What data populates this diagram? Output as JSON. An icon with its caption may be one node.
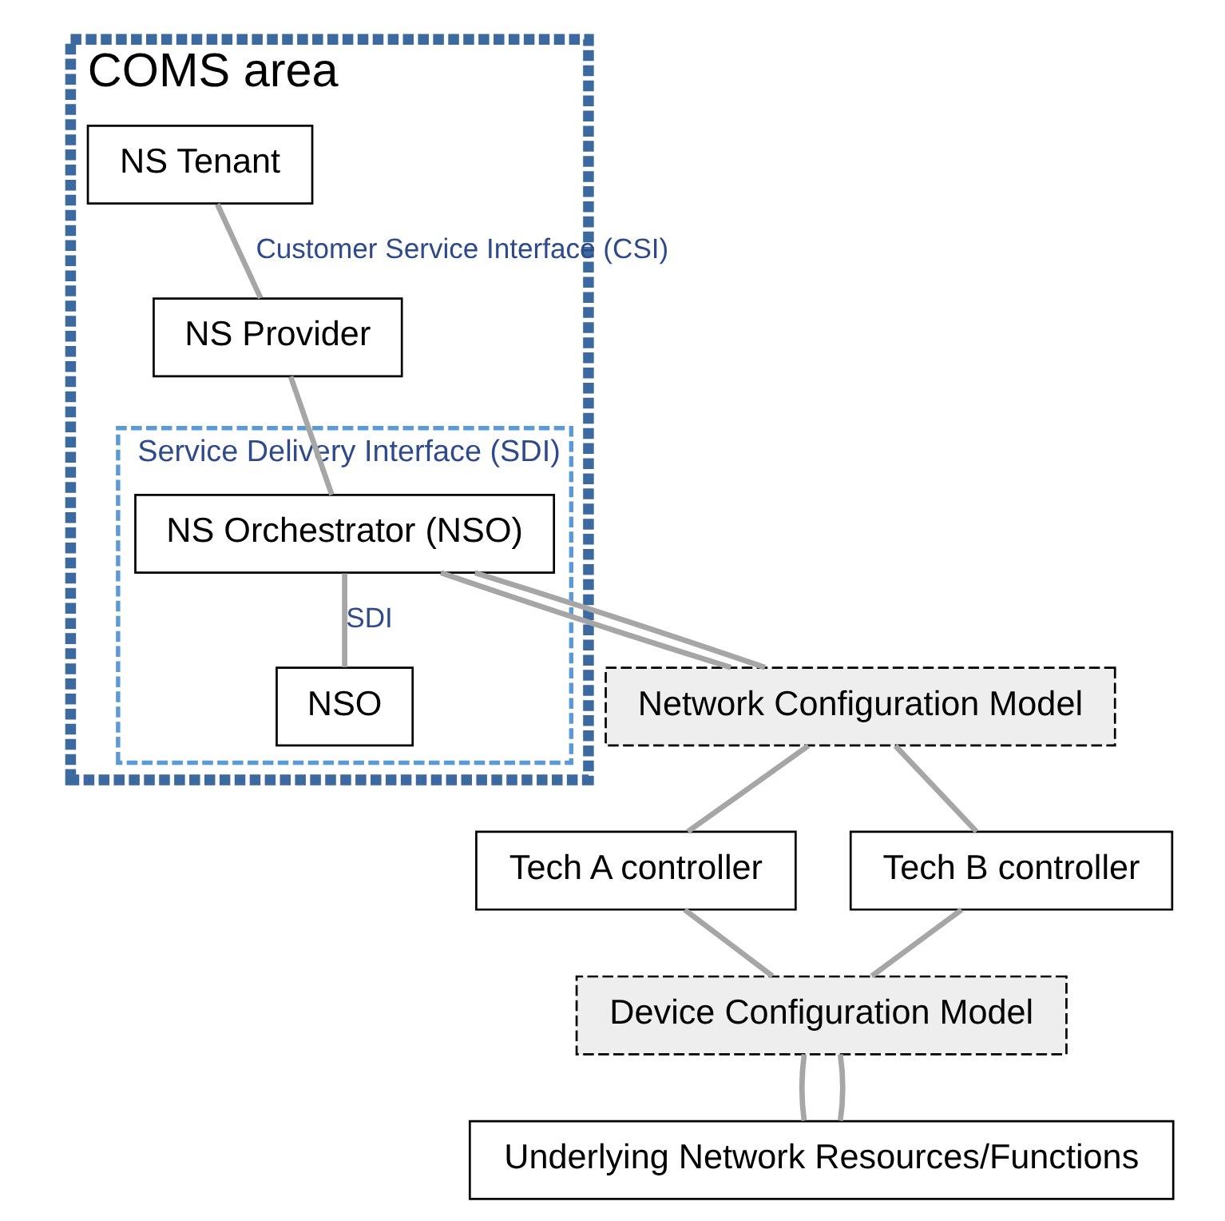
{
  "diagram": {
    "nodes": [
      {
        "text": [
          "COMS area"
        ]
      },
      {
        "text": [
          "NS Tenant"
        ],
        "in": 0
      },
      {
        "text": [
          "NS Provider"
        ],
        "in": 0
      },
      {
        "text": [
          "Service Delivery Interface (SDI)"
        ],
        "in": 0
      },
      {
        "text": [
          "NS Orchestrator (NSO)"
        ],
        "in": 3
      },
      {
        "text": [
          "NSO"
        ],
        "in": 3
      },
      {
        "text": [
          "Network Configuration Model"
        ]
      },
      {
        "text": [
          "Tech A controller"
        ]
      },
      {
        "text": [
          "Tech B controller"
        ]
      },
      {
        "text": [
          "Device Configuration Model"
        ]
      },
      {
        "text": [
          "Underlying Network Resources/Functions"
        ]
      }
    ],
    "edges": [
      {
        "from": 1,
        "to": 2,
        "arrow": "none",
        "label": "Customer Service Interface (CSI)"
      },
      {
        "from": 2,
        "to": 4,
        "arrow": "none"
      },
      {
        "from": 4,
        "to": 5,
        "arrow": "none",
        "label": "SDI"
      },
      {
        "from": 4,
        "to": 6,
        "arrow": "none"
      },
      {
        "from": 4,
        "to": 6,
        "arrow": "none"
      },
      {
        "from": 6,
        "to": 7,
        "arrow": "none"
      },
      {
        "from": 6,
        "to": 8,
        "arrow": "none"
      },
      {
        "from": 7,
        "to": 9,
        "arrow": "none"
      },
      {
        "from": 8,
        "to": 9,
        "arrow": "none"
      },
      {
        "from": 9,
        "to": 10,
        "arrow": "none"
      },
      {
        "from": 9,
        "to": 10,
        "arrow": "none"
      }
    ]
  }
}
